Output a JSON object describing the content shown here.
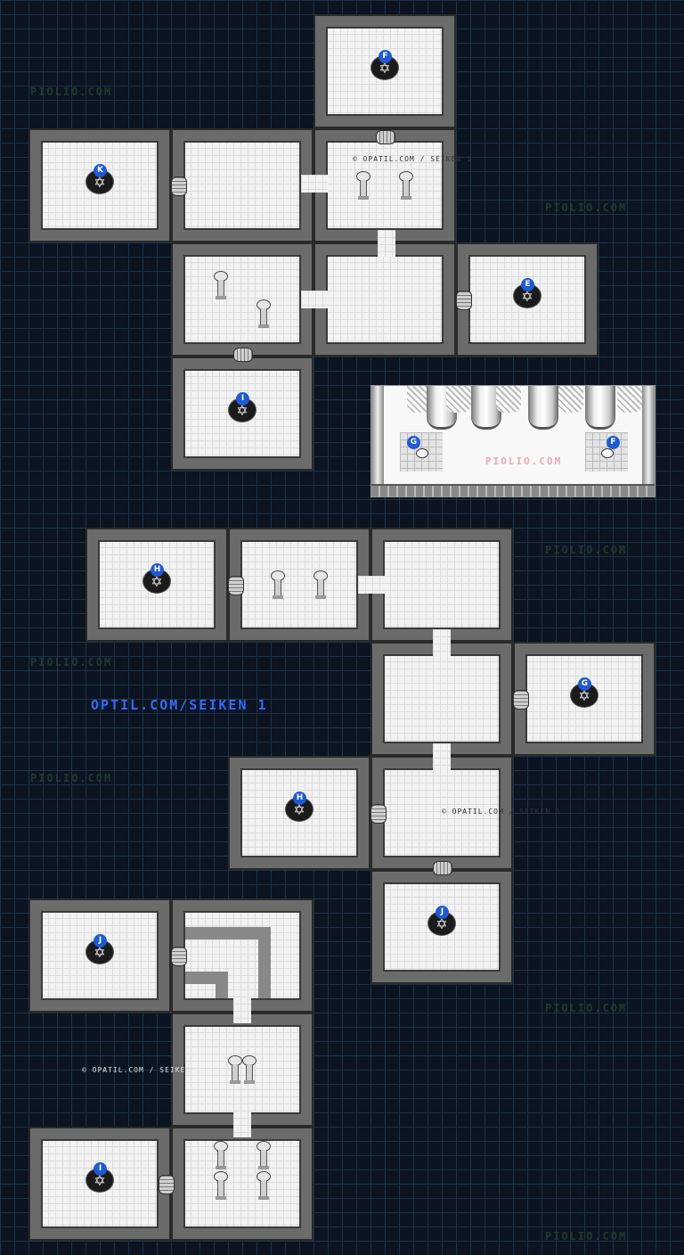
{
  "map_title": "OPTIL.COM/SEIKEN 1",
  "credit_text": "© OPATIL.COM / SEIKEN 1",
  "watermark_text": "PIOLIO.COM",
  "colors": {
    "background": "#0b1420",
    "grid": "#1d3347",
    "wall": "#6b6b6b",
    "floor": "#f2f2f2",
    "label": "#1d5bd6",
    "title": "#2f6bff"
  },
  "portals": [
    {
      "id": "portal-F",
      "label": "F"
    },
    {
      "id": "portal-K",
      "label": "K"
    },
    {
      "id": "portal-E",
      "label": "E"
    },
    {
      "id": "portal-I-top",
      "label": "I"
    },
    {
      "id": "portal-H-left",
      "label": "H"
    },
    {
      "id": "portal-G",
      "label": "G"
    },
    {
      "id": "portal-H-mid",
      "label": "H"
    },
    {
      "id": "portal-J-right",
      "label": "J"
    },
    {
      "id": "portal-J-left",
      "label": "J"
    },
    {
      "id": "portal-I-bottom",
      "label": "I"
    }
  ],
  "inset": {
    "labels": [
      "G",
      "F"
    ]
  },
  "icons": {
    "portal": "warp-portal-icon",
    "pillar": "pillar-icon",
    "door": "door-icon"
  }
}
